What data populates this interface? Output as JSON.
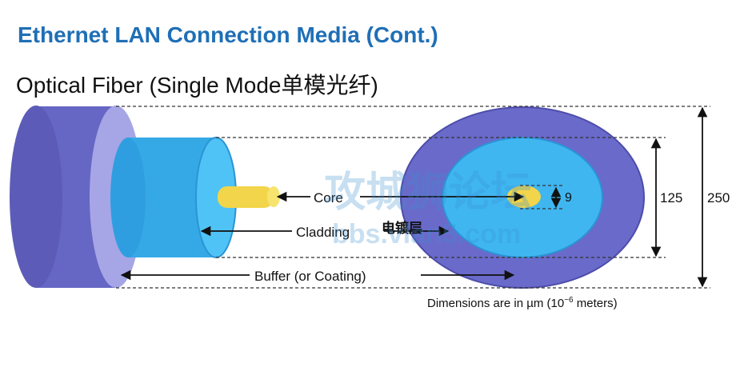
{
  "header": {
    "title": "Ethernet LAN Connection Media (Cont.)",
    "subtitle": "Optical Fiber (Single Mode单模光纤)"
  },
  "diagram": {
    "labels": {
      "core": "Core",
      "cladding": "Cladding",
      "annotation": "电镀层",
      "buffer": "Buffer (or Coating)",
      "dim_core": "9",
      "dim_cladding": "125",
      "dim_buffer": "250",
      "footnote_prefix": "Dimensions are in µm (10",
      "footnote_exp": "−6",
      "footnote_suffix": " meters)"
    },
    "colors": {
      "title": "#1f6fb6",
      "buffer": "#6a6acb",
      "cladding": "#3fb6f0",
      "core": "#f2d54a"
    }
  },
  "watermark": {
    "text_cn": "攻城狮论坛",
    "text_url": "bbs.vlan5.com"
  }
}
